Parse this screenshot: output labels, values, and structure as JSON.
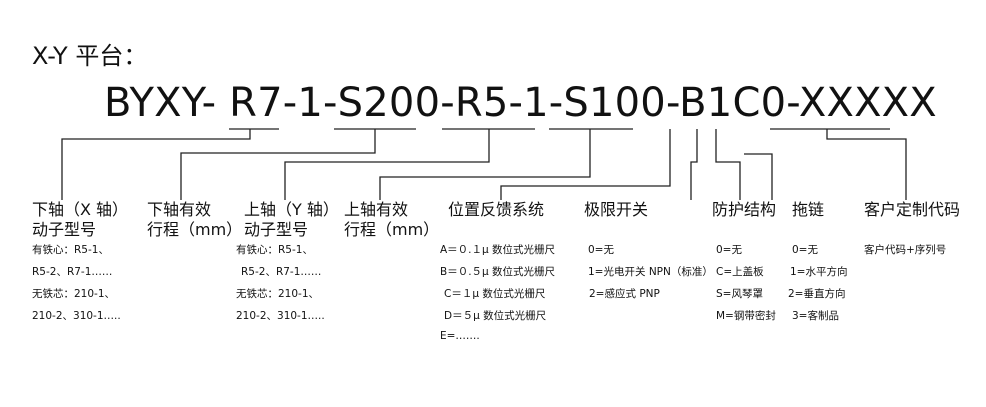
{
  "title": "X-Y 平台：",
  "model_code": "BYXY- R7-1-S200-R5-1-S100-B1C0-XXXXX",
  "categories": [
    {
      "label_line1": "下轴（X 轴）",
      "label_line2": "动子型号"
    },
    {
      "label_line1": "下轴有效",
      "label_line2": "行程（mm）"
    },
    {
      "label_line1": "上轴（Y 轴）",
      "label_line2": "动子型号"
    },
    {
      "label_line1": "上轴有效",
      "label_line2": "行程（mm）"
    },
    {
      "label_line1": "位置反馈系统"
    },
    {
      "label_line1": "极限开关"
    },
    {
      "label_line1": "防护结构"
    },
    {
      "label_line1": "拖链"
    },
    {
      "label_line1": "客户定制代码"
    }
  ],
  "details": {
    "x_mover": [
      "有铁心：R5-1、",
      "R5-2、R7-1……",
      "无铁芯：210-1、",
      "210-2、310-1….."
    ],
    "y_mover": [
      "有铁心：R5-1、",
      "R5-2、R7-1……",
      "无铁芯：210-1、",
      "210-2、310-1….."
    ],
    "feedback": [
      "A＝０.１μ 数位式光栅尺",
      "B＝０.５μ 数位式光栅尺",
      "C＝１μ 数位式光栅尺",
      "D＝５μ 数位式光栅尺",
      "E=……."
    ],
    "limit": [
      "0=无",
      "1=光电开关 NPN（标准）",
      "2=感应式 PNP"
    ],
    "protection": [
      "0=无",
      "C=上盖板",
      "S=风琴罩",
      "M=钢带密封"
    ],
    "drag_chain": [
      "0=无",
      "1=水平方向",
      "2=垂直方向",
      "3=客制品"
    ],
    "custom": [
      "客户代码+序列号"
    ]
  }
}
